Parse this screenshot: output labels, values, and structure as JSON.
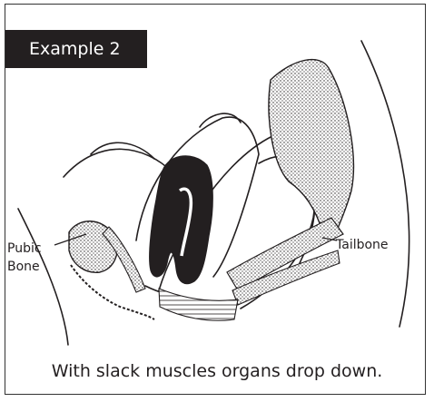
{
  "figure": {
    "tag": "Example 2",
    "labels": {
      "pubic_bone": "Pubic\nBone",
      "tailbone": "Tailbone"
    },
    "caption": "With slack muscles organs drop down."
  },
  "colors": {
    "ink": "#231f20",
    "tag_background": "#231f20",
    "tag_text": "#ffffff",
    "background": "#ffffff"
  }
}
